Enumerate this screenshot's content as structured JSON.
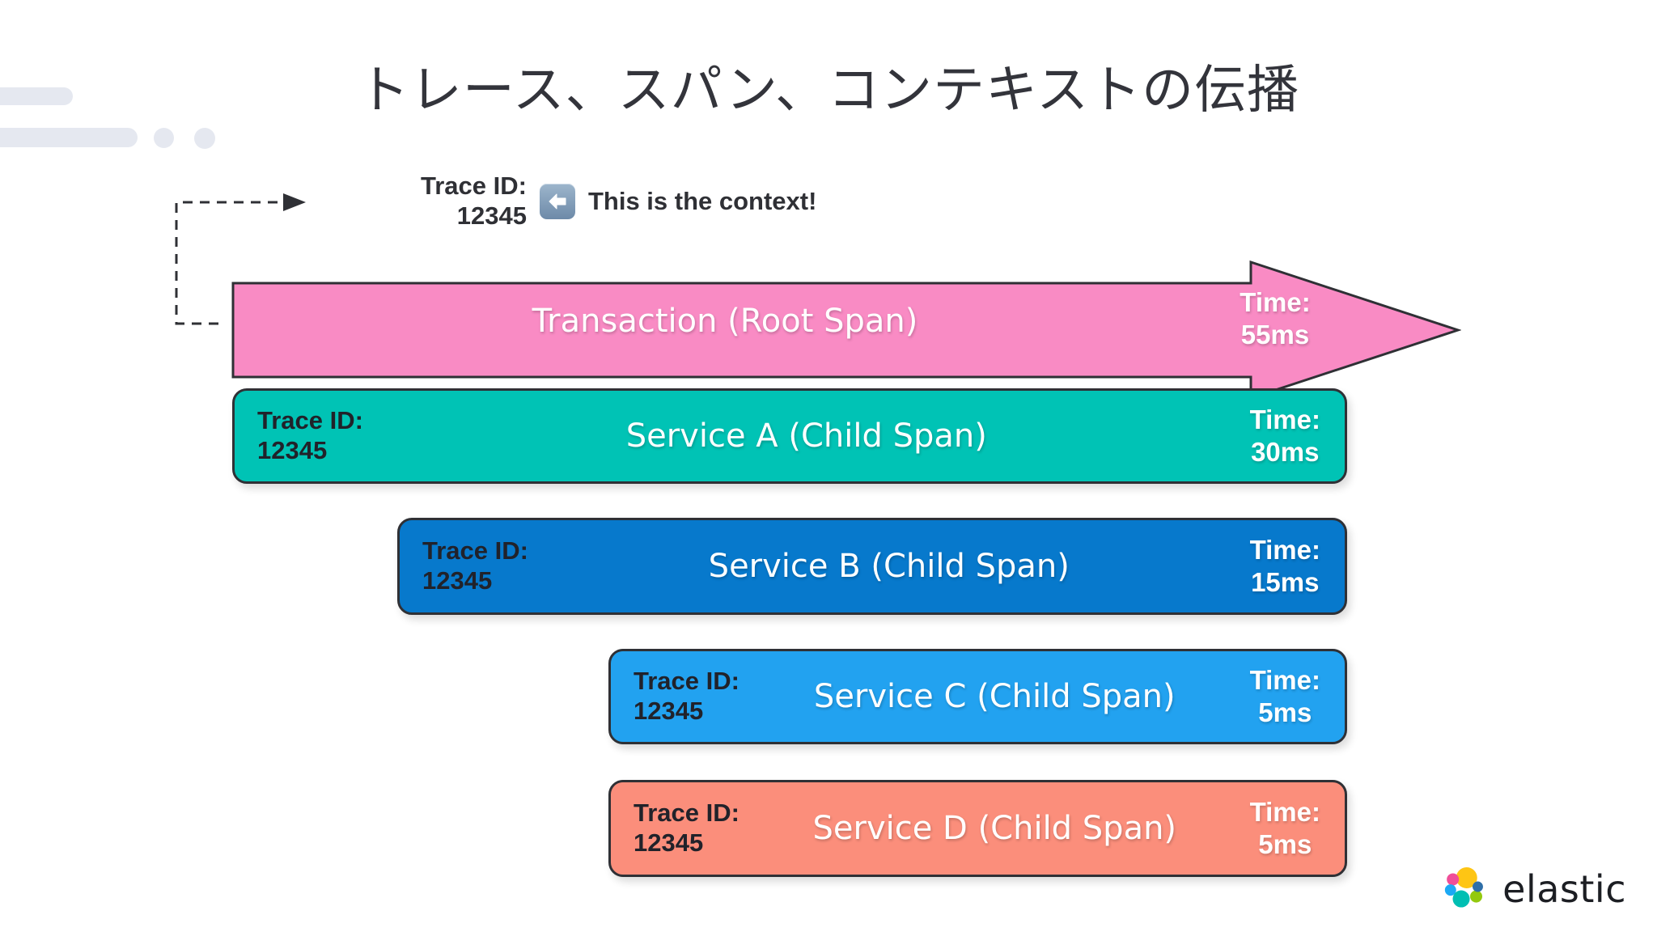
{
  "title": "トレース、スパン、コンテキストの伝播",
  "context_callout": {
    "trace_id_label": "Trace ID:\n12345",
    "icon": "left-arrow-emoji-icon",
    "text": "This is the context!"
  },
  "root_span": {
    "name": "Transaction (Root Span)",
    "time_label": "Time:\n55ms",
    "duration_ms": 55,
    "color": "#F98BC4",
    "outline": "#2F3035"
  },
  "child_spans": [
    {
      "trace_id_label": "Trace ID:\n12345",
      "name": "Service A (Child Span)",
      "time_label": "Time:\n30ms",
      "duration_ms": 30,
      "color": "#00C3B5"
    },
    {
      "trace_id_label": "Trace ID:\n12345",
      "name": "Service B (Child Span)",
      "time_label": "Time:\n15ms",
      "duration_ms": 15,
      "color": "#0779CC"
    },
    {
      "trace_id_label": "Trace ID:\n12345",
      "name": "Service C (Child Span)",
      "time_label": "Time:\n5ms",
      "duration_ms": 5,
      "color": "#22A2F0"
    },
    {
      "trace_id_label": "Trace ID:\n12345",
      "name": "Service D (Child Span)",
      "time_label": "Time:\n5ms",
      "duration_ms": 5,
      "color": "#FB8E7B"
    }
  ],
  "brand": {
    "name": "elastic",
    "colors": [
      "#F04E98",
      "#FEC514",
      "#00BFB3",
      "#1BA9F5",
      "#93C90E",
      "#07C",
      "#535966"
    ]
  },
  "decorations": {
    "shape_color": "#E5E8F0"
  }
}
